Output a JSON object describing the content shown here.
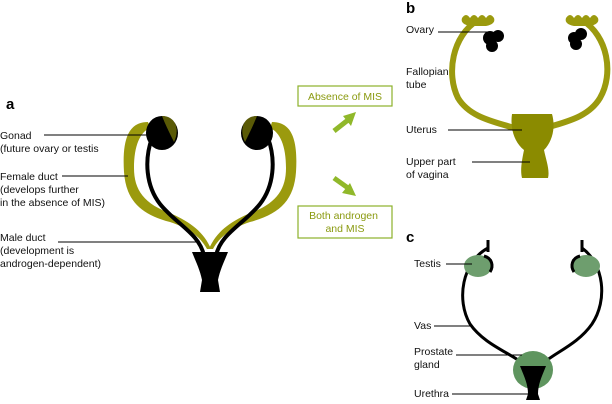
{
  "colors": {
    "olive": "#9b9a0e",
    "dark_olive": "#8b8b00",
    "black": "#000000",
    "green_box": "#8cb12a",
    "green_arrow": "#90b82a",
    "testis_green": "#6e9e6e",
    "prostate_green": "#5f955f"
  },
  "panel_a": {
    "letter": "a",
    "gonad": [
      "Gonad",
      "(future ovary or testis"
    ],
    "female_duct": [
      "Female duct",
      "(develops further",
      "in the absence of MIS)"
    ],
    "male_duct": [
      "Male duct",
      "(development is",
      "androgen-dependent)"
    ]
  },
  "middle": {
    "box_top": [
      "Absence of MIS"
    ],
    "box_bottom": [
      "Both androgen",
      "and MIS"
    ]
  },
  "panel_b": {
    "letter": "b",
    "ovary": [
      "Ovary"
    ],
    "fallopian": [
      "Fallopian",
      "tube"
    ],
    "uterus": [
      "Uterus"
    ],
    "vagina": [
      "Upper part",
      "of vagina"
    ]
  },
  "panel_c": {
    "letter": "c",
    "testis": [
      "Testis"
    ],
    "vas": [
      "Vas"
    ],
    "prostate": [
      "Prostate",
      "gland"
    ],
    "urethra": [
      "Urethra"
    ]
  }
}
